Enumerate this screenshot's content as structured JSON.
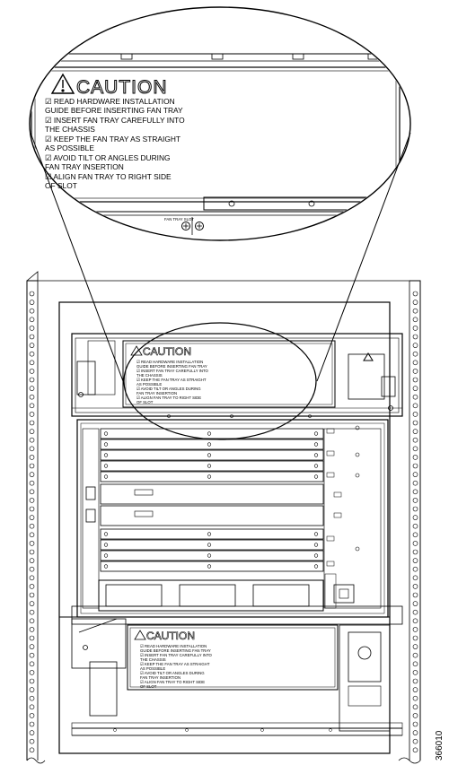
{
  "caution_panel": {
    "heading": "CAUTION",
    "lines": [
      "☑ READ HARDWARE INSTALLATION",
      "   GUIDE BEFORE INSERTING FAN TRAY",
      "☑ INSERT FAN TRAY CAREFULLY INTO",
      "   THE CHASSIS",
      "☑ KEEP THE FAN TRAY AS STRAIGHT",
      "   AS POSSIBLE",
      "☑ AVOID TILT OR ANGLES DURING",
      "   FAN TRAY INSERTION",
      "☑ ALIGN FAN TRAY TO RIGHT SIDE",
      "   OF SLOT"
    ]
  },
  "figure_id": "366010",
  "icons": [
    "warning-triangle-icon",
    "checkbox-icon",
    "screw-icon",
    "rack-hole-icon"
  ]
}
